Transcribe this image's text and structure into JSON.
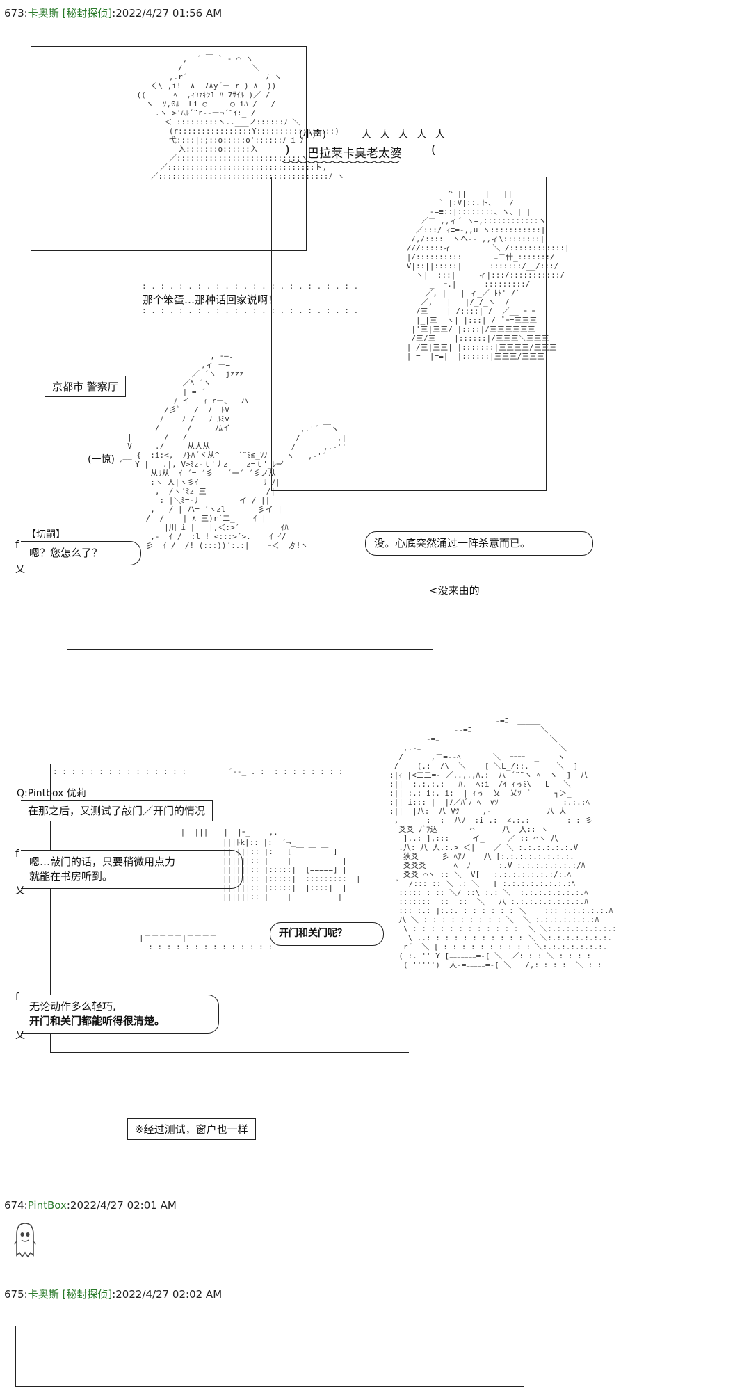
{
  "posts": [
    {
      "num": "673:",
      "name": "卡奥斯",
      "trip": "[秘封探侦]",
      "date": ":2022/4/27 01:56 AM"
    },
    {
      "num": "674:",
      "name": "PintBox",
      "trip": "",
      "date": ":2022/4/27 02:01 AM"
    },
    {
      "num": "675:",
      "name": "卡奥斯",
      "trip": "[秘封探侦]",
      "date": ":2022/4/27 02:02 AM"
    }
  ],
  "panel1": {
    "shout_small": "(小声)",
    "shout_big": "巴拉莱卡臭老太婆",
    "mutter": "那个笨蛋…那种话回家说啊！",
    "location": "京都市  警察厅",
    "startle": "(一惊)",
    "speaker_tag": "【切嗣】",
    "question": "嗯？您怎么了？",
    "answer": "没。心底突然涌过一阵杀意而已。",
    "aside": "<没来由的"
  },
  "panel2": {
    "speaker": "Q:Pintbox  优莉",
    "caption": "在那之后，又测试了敲门／开门的情况",
    "bubble1_line1": "嗯…敲门的话，只要稍微用点力",
    "bubble1_line2": "就能在书房听到。",
    "open_close": "开门和关门呢？",
    "bubble2_line1": "无论动作多么轻巧,",
    "bubble2_line2": "开门和关门都能听得很清楚。",
    "note": "※经过测试，窗户也一样"
  }
}
